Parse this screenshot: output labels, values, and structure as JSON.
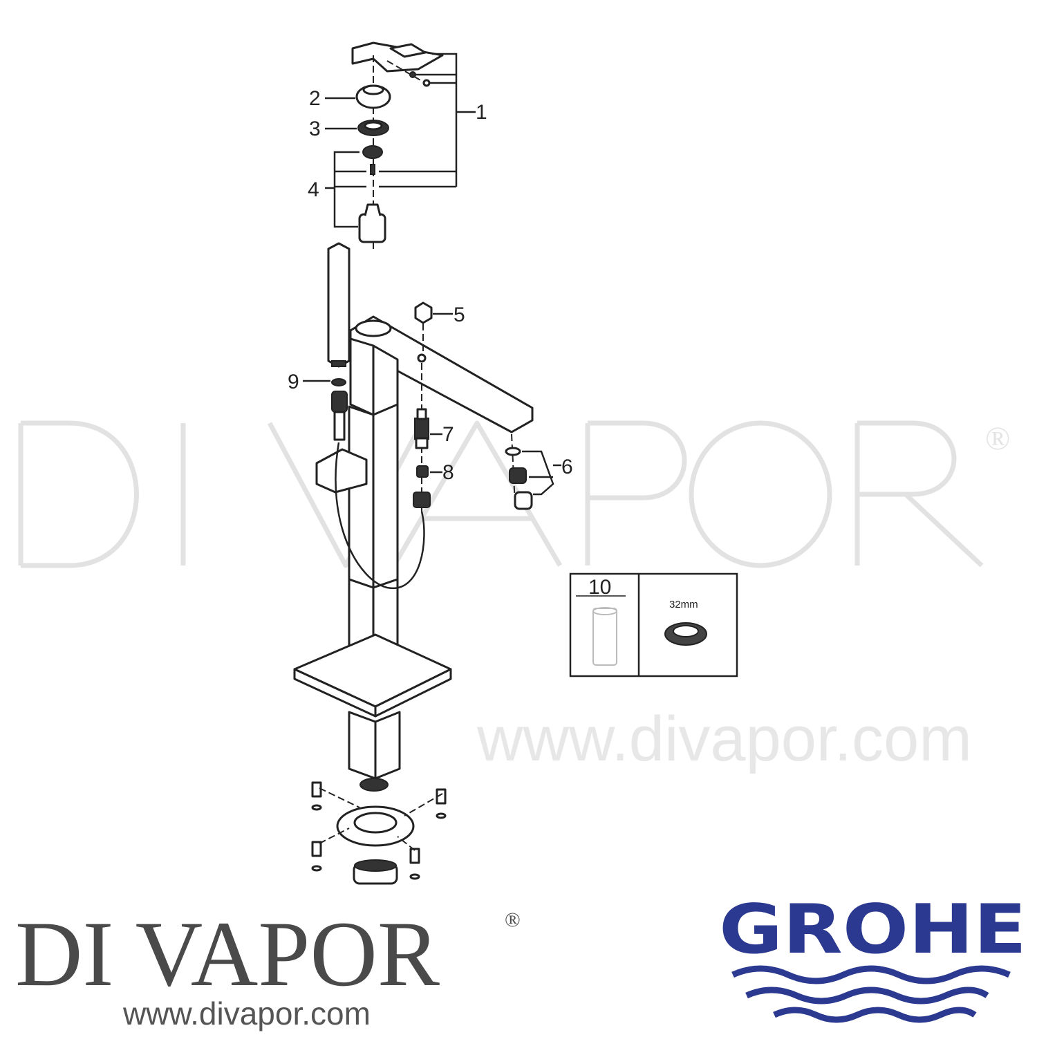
{
  "watermark": {
    "brand": "DI VAPOR",
    "registered": "®",
    "url": "www.divapor.com"
  },
  "diagram": {
    "callouts": [
      "1",
      "2",
      "3",
      "4",
      "5",
      "6",
      "7",
      "8",
      "9"
    ],
    "inset": {
      "part_number": "10",
      "size_label": "32mm"
    }
  },
  "footer": {
    "divapor_logo": {
      "brand": "DI VAPOR",
      "registered": "®",
      "url": "www.divapor.com"
    },
    "grohe_logo": {
      "text": "GROHE",
      "color": "#2b3990"
    }
  }
}
